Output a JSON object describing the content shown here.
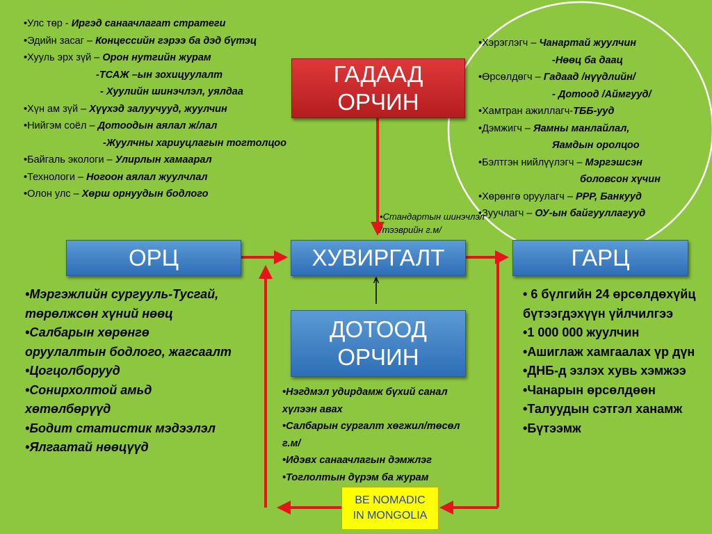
{
  "external_left": [
    {
      "label": "Улс төр - ",
      "value": "Иргэд санаачлагат стратеги"
    },
    {
      "label": "Эдийн засаг – ",
      "value": "Концессийн гэрээ  ба дэд бүтэц"
    },
    {
      "label": "Хууль эрх зүй – ",
      "value": "Орон нутгийн журам"
    },
    {
      "cont": "-ТСАЖ –ын зохицуулалт"
    },
    {
      "cont": "- Хуулийн шинэчлэл, уялдаа"
    },
    {
      "label": "Хүн ам зүй – ",
      "value": "Хүүхэд залуучууд, жуулчин"
    },
    {
      "label": "Нийгэм соёл – ",
      "value": "Дотоодын аялал ж/лал"
    },
    {
      "cont": "-Жуулчны хариуцлагын тогтолцоо"
    },
    {
      "label": "Байгаль экологи – ",
      "value": "Улирлын хамаарал"
    },
    {
      "label": "Технологи – ",
      "value": "Ногоон аялал жуулчлал"
    },
    {
      "label": "Олон улс – ",
      "value": "Хөрш орнуудын бодлого"
    }
  ],
  "stakeholders": [
    {
      "label": "Хэрэглэгч – ",
      "value": "Чанартай жуулчин"
    },
    {
      "cont": "-Нөөц ба даац"
    },
    {
      "label": "Өрсөлдөгч – ",
      "value": "Гадаад /нүүдлийн/"
    },
    {
      "cont": "- Дотоод /Аймгууд/"
    },
    {
      "label": "Хамтран ажиллагч-",
      "value": "ТББ-ууд"
    },
    {
      "label": "Дэмжигч – ",
      "value": "Яамны манлайлал,"
    },
    {
      "cont": "Яамдын  оролцоо"
    },
    {
      "label": "Бэлтгэн нийлүүлэгч – ",
      "value": "Мэргэшсэн"
    },
    {
      "cont": "боловсон хүчин"
    },
    {
      "label": "Хөрөнгө оруулагч – ",
      "value": "РРР, Банкууд"
    },
    {
      "label": "Зуучлагч – ",
      "value": "ОУ-ын  байгууллагууд"
    }
  ],
  "boxes": {
    "external": [
      "ГАДААД",
      "ОРЧИН"
    ],
    "input": "ОРЦ",
    "process": "ХУВИРГАЛТ",
    "output": "ГАРЦ",
    "internal": [
      "ДОТООД",
      "ОРЧИН"
    ]
  },
  "standard_note": [
    "Стандартын шинэчлэл",
    "/тээврийн г.м/"
  ],
  "inputs": [
    "Мэргэжлийн сургууль-Тусгай, төрөлжсөн хүний нөөц",
    "Салбарын хөрөнгө оруулалтын бодлого, жагсаалт",
    "Цогцолборууд",
    "Сонирхолтой амьд хөтөлбөрүүд",
    "Бодит статистик мэдээлэл",
    "Ялгаатай нөөцүүд"
  ],
  "internal_items": [
    "Нэгдмэл удирдамж бүхий санал хүлээн авах",
    "Салбарын сургалт хөгжил/төсөл г.м/",
    "Идэвх санаачлагын дэмжлэг",
    "Тоглолтын дүрэм ба  журам"
  ],
  "outputs": [
    "6 бүлгийн 24 өрсөлдөхүйц бүтээгдэхүүн үйлчилгээ",
    "1 000 000 жуулчин",
    "Ашиглаж хамгаалах үр дүн",
    "ДНБ-д эзлэх хувь хэмжээ",
    "Чанарын өрсөлдөөн",
    "Талуудын сэтгэл ханамж",
    "Бүтээмж"
  ],
  "badge": [
    "BE  NOMADIC",
    "IN MONGOLIA"
  ],
  "colors": {
    "background": "#8dc63f",
    "arrow_red": "#e8141b",
    "box_blue": "#3d7cc9",
    "box_red": "#c8282a",
    "badge_yellow": "#ffff00",
    "badge_text": "#1f3fb5"
  }
}
